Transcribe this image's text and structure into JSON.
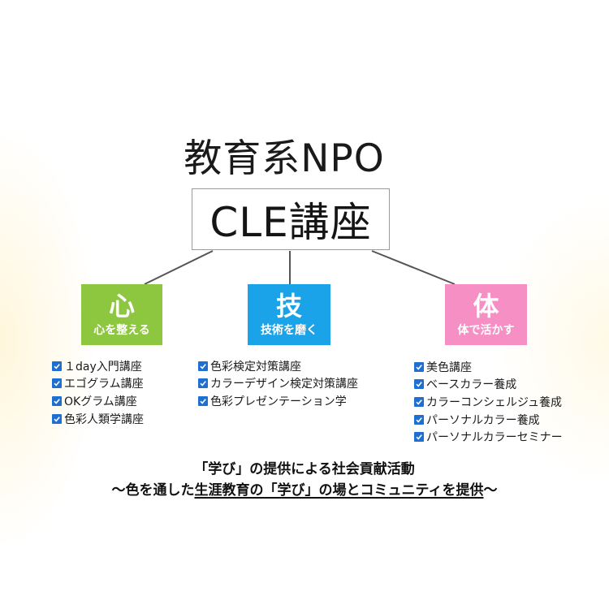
{
  "header": {
    "org": "教育系NPO",
    "course": "CLE講座"
  },
  "categories": [
    {
      "kanji": "心",
      "subtitle": "心を整える",
      "color": "#8dc63f",
      "items": [
        "１day入門講座",
        "エゴグラム講座",
        "OKグラム講座",
        "色彩人類学講座"
      ]
    },
    {
      "kanji": "技",
      "subtitle": "技術を磨く",
      "color": "#1aa3e8",
      "items": [
        "色彩検定対策講座",
        "カラーデザイン検定対策講座",
        "色彩プレゼンテーション学"
      ]
    },
    {
      "kanji": "体",
      "subtitle": "体で活かす",
      "color": "#f58fc4",
      "items": [
        "美色講座",
        "ベースカラー養成",
        "カラーコンシェルジュ養成",
        "パーソナルカラー養成",
        "パーソナルカラーセミナー"
      ]
    }
  ],
  "checkbox": {
    "icon": "checkbox-checked-icon",
    "color": "#1f6fd1"
  },
  "summary": {
    "line1": "「学び」の提供による社会貢献活動",
    "line2_prefix": "〜色を通した",
    "line2_underlined": "生涯教育の「学び」の場とコミュニティを提供",
    "line2_suffix": "〜"
  }
}
